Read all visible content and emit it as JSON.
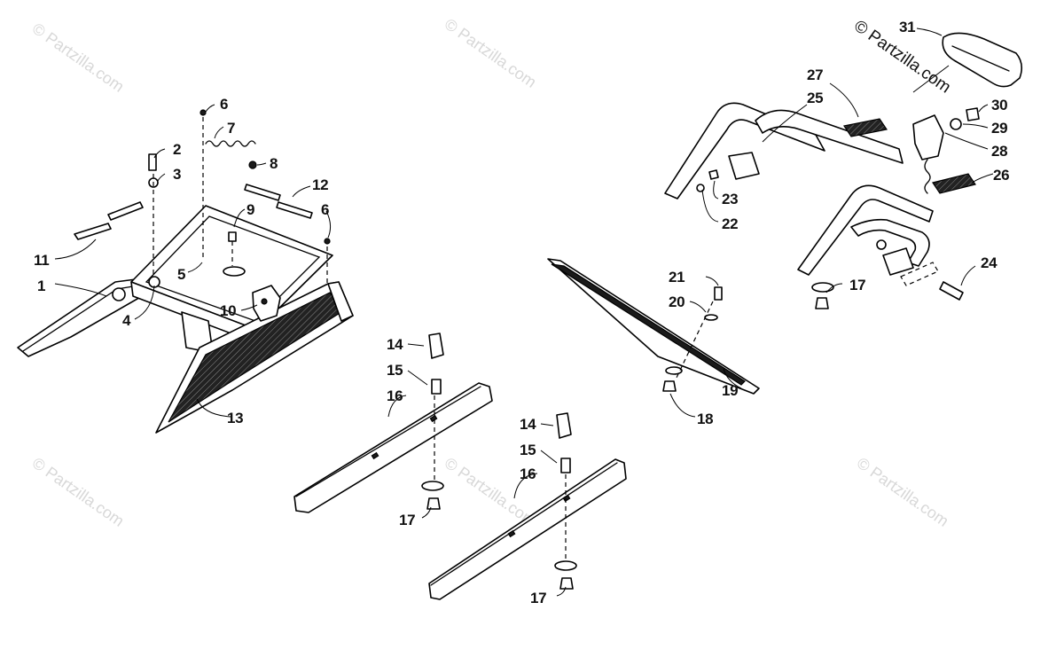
{
  "watermark_text": "© Partzilla.com",
  "copyright_text": "© Partzilla.com",
  "callouts": [
    "1",
    "2",
    "3",
    "4",
    "5",
    "6",
    "6",
    "7",
    "8",
    "9",
    "10",
    "11",
    "12",
    "13",
    "14",
    "15",
    "16",
    "17",
    "14",
    "15",
    "16",
    "17",
    "17",
    "17",
    "18",
    "19",
    "20",
    "21",
    "22",
    "23",
    "24",
    "25",
    "26",
    "27",
    "28",
    "29",
    "30",
    "31"
  ]
}
